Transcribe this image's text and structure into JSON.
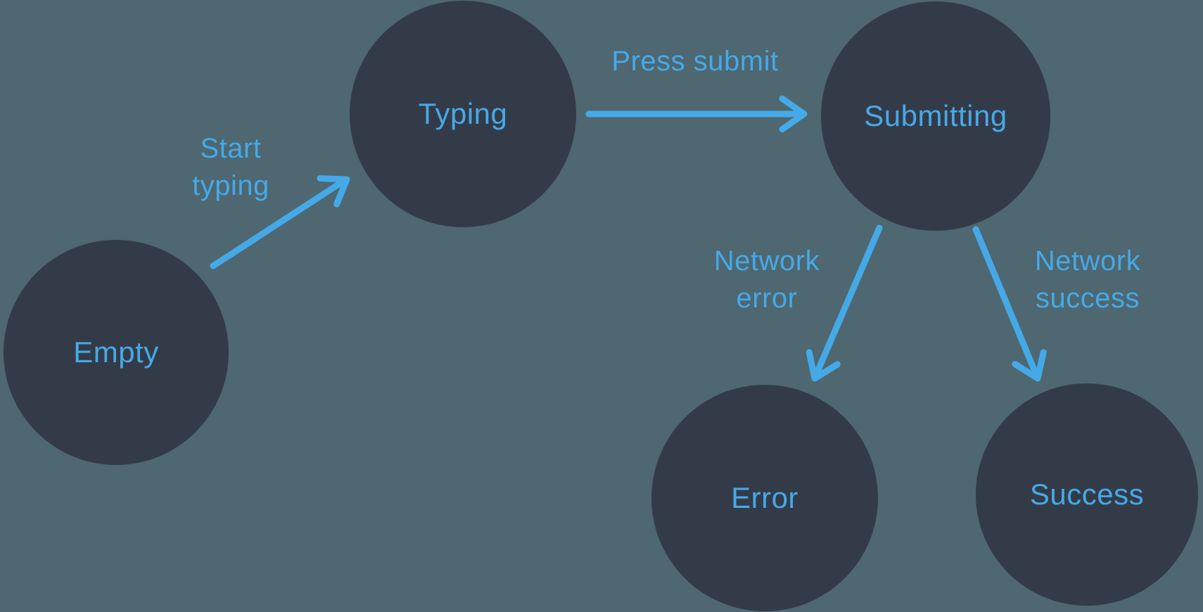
{
  "diagram": {
    "type": "state-machine",
    "colors": {
      "background": "#4E6770",
      "node_fill": "#343B48",
      "accent_blue": "#45A9E8"
    },
    "nodes": [
      {
        "id": "empty",
        "label": "Empty"
      },
      {
        "id": "typing",
        "label": "Typing"
      },
      {
        "id": "submitting",
        "label": "Submitting"
      },
      {
        "id": "error",
        "label": "Error"
      },
      {
        "id": "success",
        "label": "Success"
      }
    ],
    "edges": [
      {
        "from": "Empty",
        "to": "Typing",
        "label": "Start typing",
        "lines": [
          "Start",
          "typing"
        ]
      },
      {
        "from": "Typing",
        "to": "Submitting",
        "label": "Press submit",
        "lines": [
          "Press submit"
        ]
      },
      {
        "from": "Submitting",
        "to": "Error",
        "label": "Network error",
        "lines": [
          "Network",
          "error"
        ]
      },
      {
        "from": "Submitting",
        "to": "Success",
        "label": "Network success",
        "lines": [
          "Network",
          "success"
        ]
      }
    ]
  }
}
